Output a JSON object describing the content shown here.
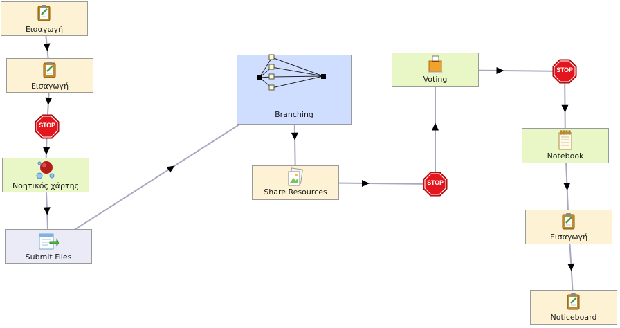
{
  "colors": {
    "yellow_node": "#fdf2d3",
    "green_node": "#e9f7c6",
    "lavender_node": "#ebebf7",
    "blue_node": "#cfdeff",
    "connector": "#a8a8c0",
    "stop_sign": "#e2161c"
  },
  "activities": [
    {
      "id": "n1",
      "label": "Εισαγωγή",
      "icon": "clipboard-icon"
    },
    {
      "id": "n2",
      "label": "Εισαγωγή",
      "icon": "clipboard-icon"
    },
    {
      "id": "n3",
      "label": "Νοητικός χάρτης",
      "icon": "mindmap-icon"
    },
    {
      "id": "n4",
      "label": "Submit Files",
      "icon": "submit-files-icon"
    },
    {
      "id": "n5",
      "label": "Branching",
      "icon": "branching-icon"
    },
    {
      "id": "n6",
      "label": "Share Resources",
      "icon": "share-resources-icon"
    },
    {
      "id": "n7",
      "label": "Voting",
      "icon": "ballot-box-icon"
    },
    {
      "id": "n8",
      "label": "Notebook",
      "icon": "notebook-icon"
    },
    {
      "id": "n9",
      "label": "Εισαγωγή",
      "icon": "clipboard-icon"
    },
    {
      "id": "n10",
      "label": "Noticeboard",
      "icon": "clipboard-icon"
    }
  ],
  "stop_gates": [
    {
      "id": "s1",
      "label": "STOP"
    },
    {
      "id": "s2",
      "label": "STOP"
    },
    {
      "id": "s3",
      "label": "STOP"
    }
  ],
  "transitions": [
    [
      "n1",
      "n2"
    ],
    [
      "n2",
      "s1"
    ],
    [
      "s1",
      "n3"
    ],
    [
      "n3",
      "n4"
    ],
    [
      "n4",
      "n5"
    ],
    [
      "n5",
      "n6"
    ],
    [
      "n6",
      "s2"
    ],
    [
      "s2",
      "n7"
    ],
    [
      "n7",
      "s3"
    ],
    [
      "s3",
      "n8"
    ],
    [
      "n8",
      "n9"
    ],
    [
      "n9",
      "n10"
    ]
  ]
}
